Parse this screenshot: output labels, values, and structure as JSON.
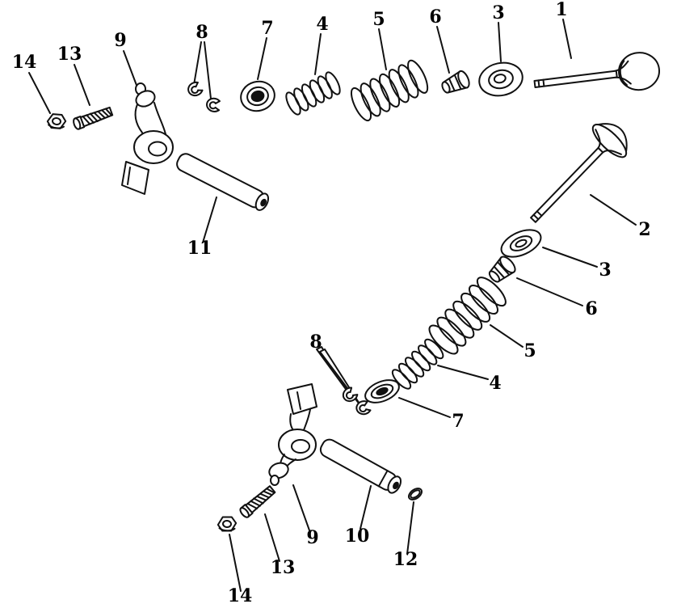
{
  "diagram": {
    "background": "#ffffff",
    "line_color": "#111111",
    "callouts": [
      {
        "id": "14-top",
        "label": "14"
      },
      {
        "id": "13-top",
        "label": "13"
      },
      {
        "id": "9-top",
        "label": "9"
      },
      {
        "id": "8-top",
        "label": "8"
      },
      {
        "id": "7-top",
        "label": "7"
      },
      {
        "id": "4-top",
        "label": "4"
      },
      {
        "id": "5-top",
        "label": "5"
      },
      {
        "id": "6-top",
        "label": "6"
      },
      {
        "id": "3-top",
        "label": "3"
      },
      {
        "id": "1",
        "label": "1"
      },
      {
        "id": "11",
        "label": "11"
      },
      {
        "id": "2",
        "label": "2"
      },
      {
        "id": "3-mid",
        "label": "3"
      },
      {
        "id": "6-mid",
        "label": "6"
      },
      {
        "id": "5-mid",
        "label": "5"
      },
      {
        "id": "4-mid",
        "label": "4"
      },
      {
        "id": "7-mid",
        "label": "7"
      },
      {
        "id": "8-mid",
        "label": "8"
      },
      {
        "id": "9-low",
        "label": "9"
      },
      {
        "id": "10",
        "label": "10"
      },
      {
        "id": "12",
        "label": "12"
      },
      {
        "id": "13-low",
        "label": "13"
      },
      {
        "id": "14-low",
        "label": "14"
      }
    ]
  }
}
